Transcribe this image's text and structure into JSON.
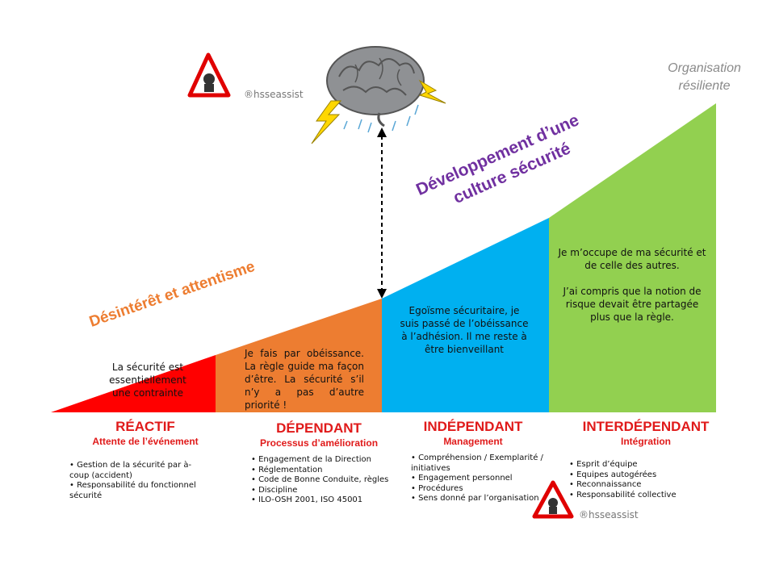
{
  "copyright": "®hsseassist",
  "top_right_label": [
    "Organisation",
    "résiliente"
  ],
  "diag_texts": {
    "desinteret": "Désintérêt et attentisme",
    "developpement_1": "Développement d’une",
    "developpement_2": "culture sécurité"
  },
  "segments": [
    {
      "text": "La sécurité est essentiellement une contrainte",
      "color": "#ff0000"
    },
    {
      "text": "Je fais par obéissance. La règle guide ma façon d’être. La sécurité s’il n’y a pas d’autre priorité !",
      "color": "#ed7d31"
    },
    {
      "text": "Egoïsme sécuritaire, je suis passé de l’obéissance à l’adhésion. Il me reste à être bienveillant",
      "color": "#00b0f0"
    },
    {
      "text_1": "Je m’occupe de ma sécurité et de celle des autres.",
      "text_2": "J’ai compris que la notion de risque devait être partagée plus que la règle.",
      "color": "#92d050"
    }
  ],
  "stages": [
    {
      "title": "RÉACTIF",
      "subtitle": "Attente de l’événement",
      "items": [
        "Gestion de la sécurité par à-coup (accident)",
        "Responsabilité du fonctionnel sécurité"
      ]
    },
    {
      "title": "DÉPENDANT",
      "subtitle": "Processus d’amélioration",
      "items": [
        "Engagement de la Direction",
        "Réglementation",
        "Code de Bonne Conduite, règles",
        "Discipline",
        "ILO-OSH 2001, ISO 45001"
      ]
    },
    {
      "title": "INDÉPENDANT",
      "subtitle": "Management",
      "items": [
        "Compréhension / Exemplarité / initiatives",
        "Engagement personnel",
        "Procédures",
        "Sens donné par l’organisation"
      ]
    },
    {
      "title": "INTERDÉPENDANT",
      "subtitle": "Intégration",
      "items": [
        "Esprit d’équipe",
        "Equipes autogérées",
        "Reconnaissance",
        "Responsabilité collective"
      ]
    }
  ],
  "colors": {
    "red_title": "#e01a1a",
    "orange_text": "#ed7d31",
    "purple_text": "#7030a0"
  },
  "icons": [
    "warning-person-icon",
    "brain-storm-icon"
  ]
}
